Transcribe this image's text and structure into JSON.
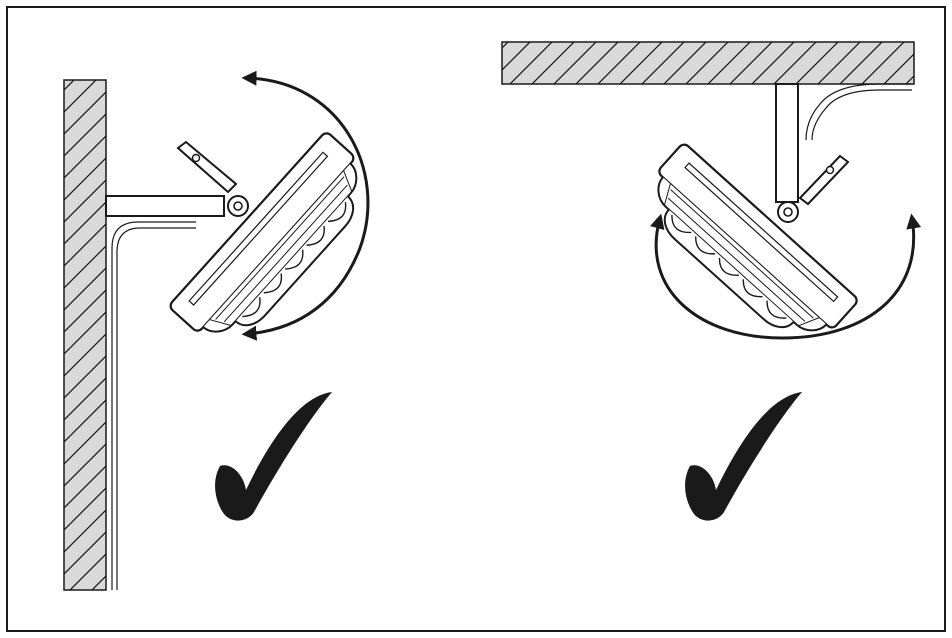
{
  "diagram": {
    "panels": [
      {
        "id": "wall-mount",
        "mount": "wall",
        "rotation_arrow": "double-headed-arc",
        "status_icon": "check-mark-icon",
        "status": "correct"
      },
      {
        "id": "ceiling-mount",
        "mount": "ceiling",
        "rotation_arrow": "double-headed-arc",
        "status_icon": "check-mark-icon",
        "status": "correct"
      }
    ],
    "colors": {
      "line": "#1a1a1a",
      "hatch_fill": "#d9d9d9",
      "background": "#ffffff"
    }
  }
}
